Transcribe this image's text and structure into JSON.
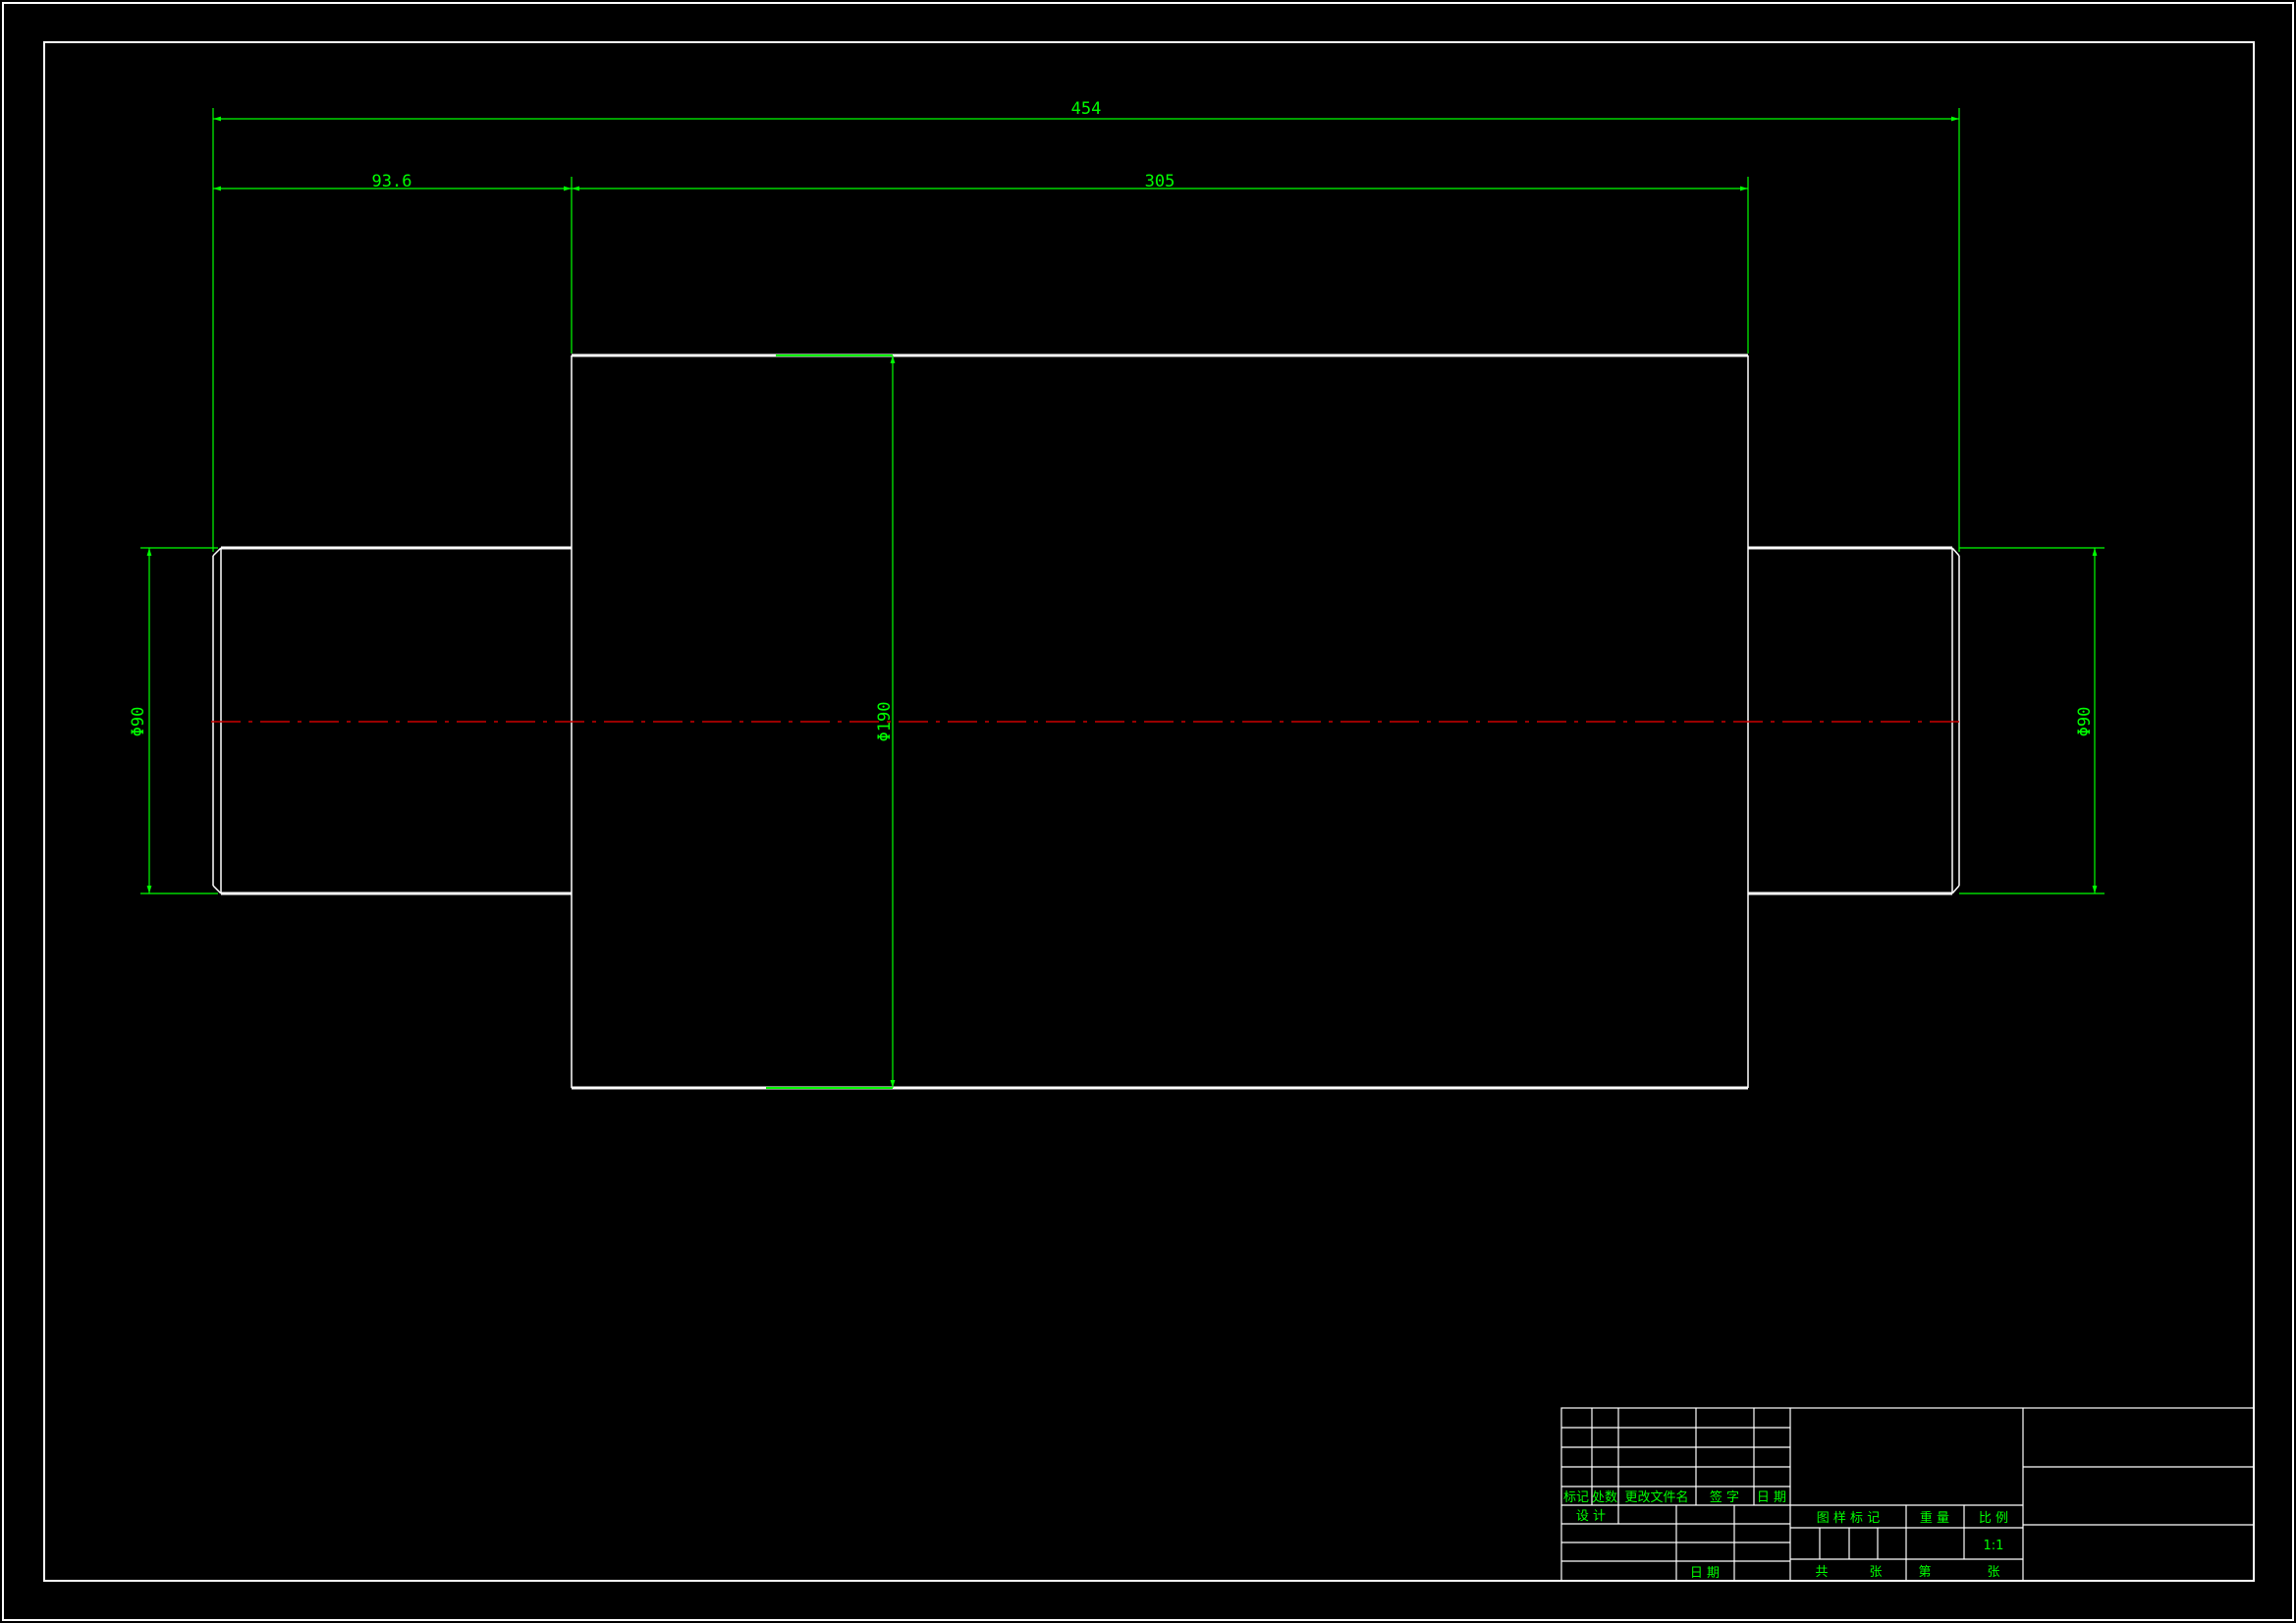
{
  "colors": {
    "background": "#000000",
    "outline": "#ffffff",
    "dimension": "#00ff00",
    "centerline": "#cc0000"
  },
  "dimensions": {
    "overall_length": "454",
    "left_journal_length": "93.6",
    "body_length": "305",
    "left_journal_diameter": "Φ90",
    "body_diameter": "Φ190",
    "right_journal_diameter": "Φ90"
  },
  "title_block": {
    "rev_headers": {
      "mark": "标记",
      "count": "处数",
      "doc_no": "更改文件名",
      "signature": "签 字",
      "date": "日 期"
    },
    "design": "设 计",
    "date2": "日 期",
    "stage_mark": "图 样 标 记",
    "weight": "重 量",
    "scale": "比 例",
    "scale_value": "1:1",
    "total": "共",
    "sheets": "张",
    "sheet_no": "第",
    "sheet": "张"
  }
}
